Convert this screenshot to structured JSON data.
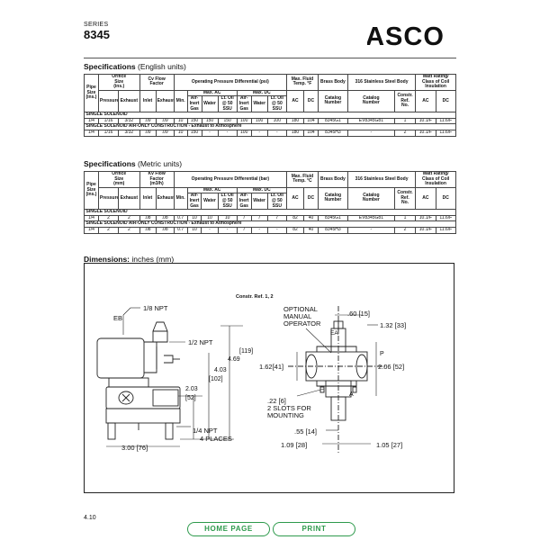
{
  "header": {
    "series_label": "SERIES",
    "series_number": "8345",
    "brand": "ASCO"
  },
  "spec_english": {
    "title": "Specifications",
    "units": "(English units)",
    "headers": {
      "pipe_size": [
        "Pipe",
        "Size",
        "(ins.)"
      ],
      "orifice_size": [
        "Orifice",
        "Size",
        "(ins.)"
      ],
      "cv_flow_factor": [
        "Cv Flow",
        "Factor"
      ],
      "op_pressure": "Operating Pressure Differential (psi)",
      "max_ac": "Max. AC",
      "max_dc": "Max. DC",
      "max_fluid_temp": [
        "Max. Fluid",
        "Temp. °F"
      ],
      "brass_body": "Brass Body",
      "ss_body": "316 Stainless Steel Body",
      "watt_rating": [
        "Watt Rating/",
        "Class of Coil",
        "Insulation"
      ],
      "pressure": "Pressure",
      "exhaust": "Exhaust",
      "inlet": "Inlet",
      "min": "Min.",
      "air_inert_gas": [
        "Air-",
        "Inert",
        "Gas"
      ],
      "water": "Water",
      "lt_oil": [
        "Lt. Oil",
        "@ 50",
        "SSU"
      ],
      "ac": "AC",
      "dc": "DC",
      "catalog_number": [
        "Catalog",
        "Number"
      ],
      "constr_ref_no": [
        "Constr.",
        "Ref.",
        "No."
      ]
    },
    "section_single": "SINGLE SOLENOID",
    "section_air_only": "SINGLE SOLENOID AIR-ONLY CONSTRUCTION - Exhaust to Atmosphere",
    "rows": [
      [
        "1/4",
        "1/16",
        "3/32",
        ".09",
        ".09",
        "10",
        "150",
        "150",
        "150",
        "100",
        "100",
        "100",
        "180",
        "104",
        "8345G1",
        "EV8345G81",
        "1",
        "10.1/F",
        "11.6/F"
      ],
      [
        "1/4",
        "1/16",
        "3/32",
        ".09",
        ".09",
        "10",
        "150",
        "-",
        "-",
        "100",
        "-",
        "-",
        "180",
        "104",
        "8345H3",
        "-",
        "2",
        "10.1/F",
        "11.6/F"
      ]
    ]
  },
  "spec_metric": {
    "title": "Specifications",
    "units": "(Metric units)",
    "headers": {
      "pipe_size": [
        "Pipe",
        "Size",
        "(ins.)"
      ],
      "orifice_size": [
        "Orifice",
        "Size",
        "(mm)"
      ],
      "kv_flow_factor": [
        "Kv Flow",
        "Factor",
        "(m3/h)"
      ],
      "op_pressure": "Operating Pressure Differential (bar)",
      "max_ac": "Max. AC",
      "max_dc": "Max. DC",
      "max_fluid_temp": [
        "Max. Fluid",
        "Temp. °C"
      ],
      "brass_body": "Brass Body",
      "ss_body": "316 Stainless Steel Body",
      "watt_rating": [
        "Watt Rating/",
        "Class of Coil",
        "Insulation"
      ],
      "pressure": "Pressure",
      "exhaust": "Exhaust",
      "inlet": "Inlet",
      "min": "Min.",
      "air_inert_gas": [
        "Air-",
        "Inert",
        "Gas"
      ],
      "water": "Water",
      "lt_oil": [
        "Lt. Oil",
        "@ 50",
        "SSU"
      ],
      "ac": "AC",
      "dc": "DC",
      "catalog_number": [
        "Catalog",
        "Number"
      ],
      "constr_ref_no": [
        "Constr.",
        "Ref.",
        "No."
      ]
    },
    "section_single": "SINGLE SOLENOID",
    "section_air_only": "SINGLE SOLENOID AIR-ONLY CONSTRUCTION - Exhaust to Atmosphere",
    "rows": [
      [
        "1/4",
        "2",
        "2",
        ".08",
        ".08",
        "0.7",
        "10",
        "10",
        "10",
        "7",
        "7",
        "7",
        "82",
        "40",
        "8345G1",
        "EV8345G81",
        "1",
        "10.1/F",
        "11.6/F"
      ],
      [
        "1/4",
        "2",
        "2",
        ".08",
        ".08",
        "0.7",
        "10",
        "-",
        "-",
        "7",
        "-",
        "-",
        "82",
        "40",
        "8345H3",
        "-",
        "2",
        "10.1/F",
        "11.6/F"
      ]
    ]
  },
  "dimensions": {
    "title": "Dimensions:",
    "units": "inches (mm)",
    "constr_ref": "Constr. Ref. 1, 2",
    "labels": {
      "eb": "EB",
      "ea": "EA",
      "p": "P",
      "a": "A",
      "npt_18": "1/8  NPT",
      "npt_12": "1/2  NPT",
      "npt_14": "1/4 NPT",
      "places4": "4 PLACES",
      "manual_op": [
        "OPTIONAL",
        "MANUAL",
        "OPERATOR"
      ],
      "dim_469": "4.69",
      "dim_119": "[119]",
      "dim_403": "4.03",
      "dim_102": "[102]",
      "dim_203": "2.03",
      "dim_52a": "[52]",
      "dim_300": "3.00 [76]",
      "dim_060": ".60  [15]",
      "dim_132": "1.32  [33]",
      "dim_162": "1.62[41]",
      "dim_206": "2.06  [52]",
      "dim_022": ".22  [6]",
      "slots": [
        "2  SLOTS  FOR",
        "MOUNTING"
      ],
      "dim_055": ".55  [14]",
      "dim_109": "1.09  [28]",
      "dim_105": "1.05  [27]"
    }
  },
  "footer": {
    "page_number": "4.10",
    "home_label": "HOME PAGE",
    "print_label": "PRINT"
  }
}
